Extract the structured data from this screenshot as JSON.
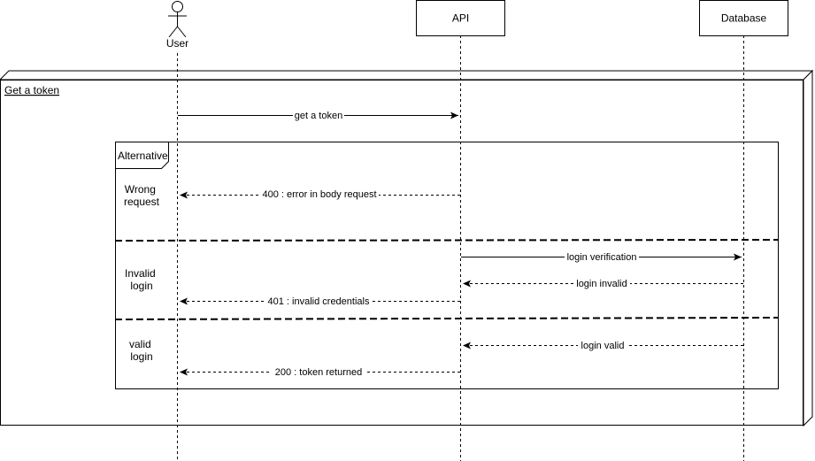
{
  "participants": [
    {
      "id": "user",
      "label": "User",
      "kind": "actor"
    },
    {
      "id": "api",
      "label": "API",
      "kind": "box"
    },
    {
      "id": "database",
      "label": "Database",
      "kind": "box"
    }
  ],
  "group": {
    "label": "Get a token"
  },
  "alt_fragment": {
    "label": "Alternative",
    "conditions": [
      {
        "line1": "Wrong",
        "line2": "request"
      },
      {
        "line1": "Invalid",
        "line2": "login"
      },
      {
        "line1": "valid",
        "line2": "login"
      }
    ]
  },
  "messages": [
    {
      "from": "user",
      "to": "api",
      "label": "get a token",
      "style": "solid"
    },
    {
      "from": "api",
      "to": "user",
      "label": "400 : error in body request",
      "style": "dashed"
    },
    {
      "from": "api",
      "to": "database",
      "label": "login verification",
      "style": "solid"
    },
    {
      "from": "database",
      "to": "api",
      "label": "login invalid",
      "style": "dashed"
    },
    {
      "from": "api",
      "to": "user",
      "label": "401 : invalid credentials",
      "style": "dashed"
    },
    {
      "from": "database",
      "to": "api",
      "label": "login valid",
      "style": "dashed"
    },
    {
      "from": "api",
      "to": "user",
      "label": "200 : token returned",
      "style": "dashed"
    }
  ]
}
